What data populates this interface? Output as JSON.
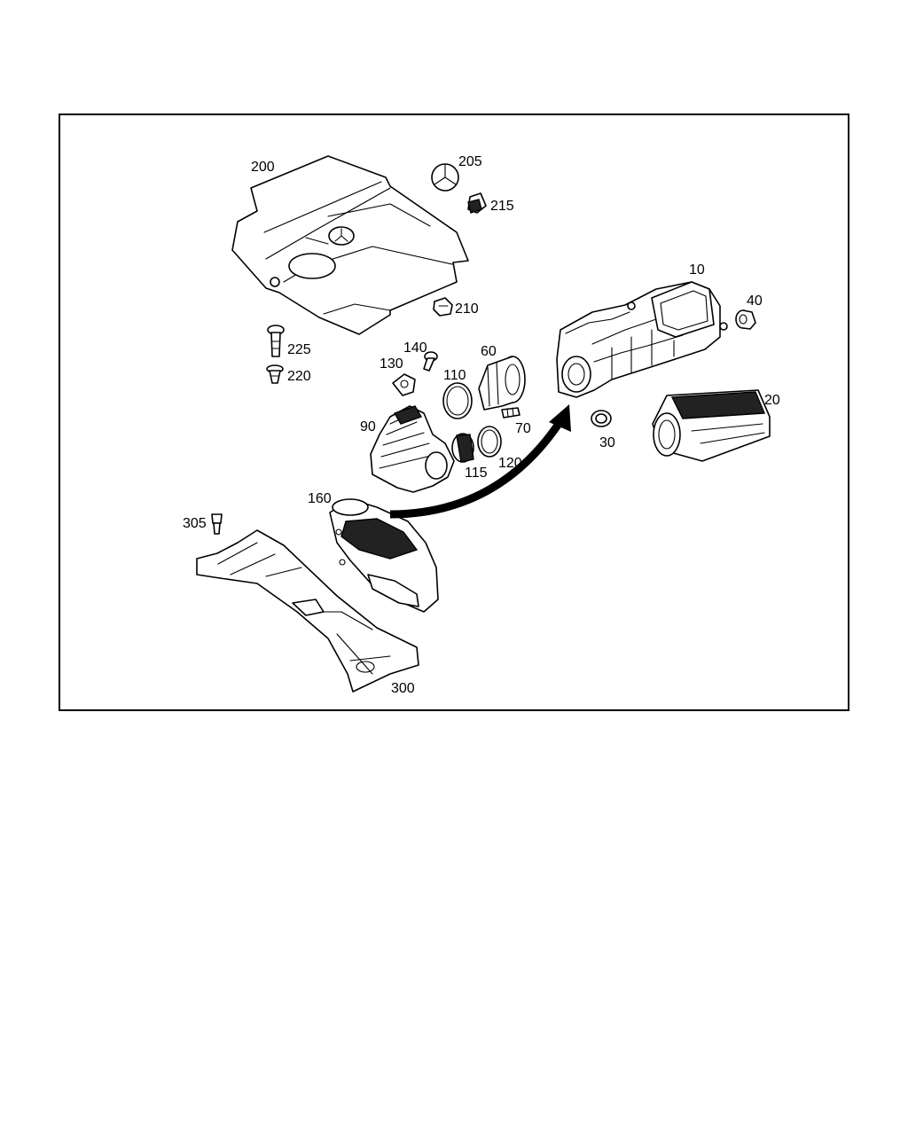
{
  "callouts": {
    "c10": "10",
    "c20": "20",
    "c30": "30",
    "c40": "40",
    "c60": "60",
    "c70": "70",
    "c90": "90",
    "c110": "110",
    "c115": "115",
    "c120": "120",
    "c130": "130",
    "c140": "140",
    "c160": "160",
    "c200": "200",
    "c205": "205",
    "c210": "210",
    "c215": "215",
    "c220": "220",
    "c225": "225",
    "c300": "300",
    "c305": "305"
  }
}
